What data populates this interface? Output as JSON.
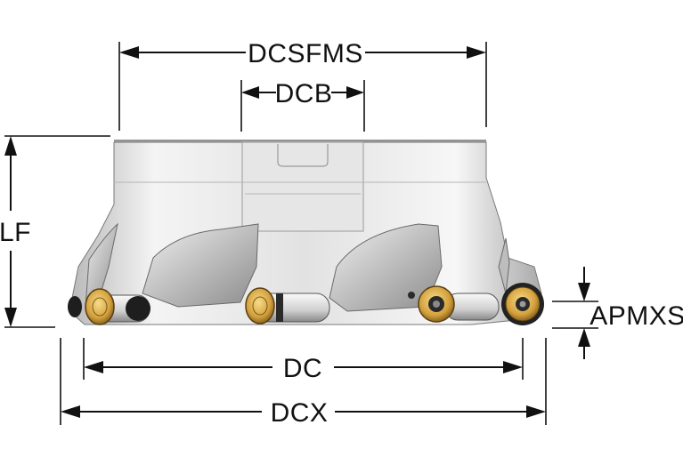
{
  "diagram": {
    "labels": {
      "dcsfms": "DCSFMS",
      "dcb": "DCB",
      "lf": "LF",
      "apmxs": "APMXS",
      "dc": "DC",
      "dcx": "DCX"
    },
    "colors": {
      "dimension_lines": "#111111",
      "tool_body_light": "#f2f2f2",
      "tool_body_shadow": "#9a9a9a",
      "insert_gold": "#d9a441",
      "insert_dark": "#222222"
    }
  }
}
